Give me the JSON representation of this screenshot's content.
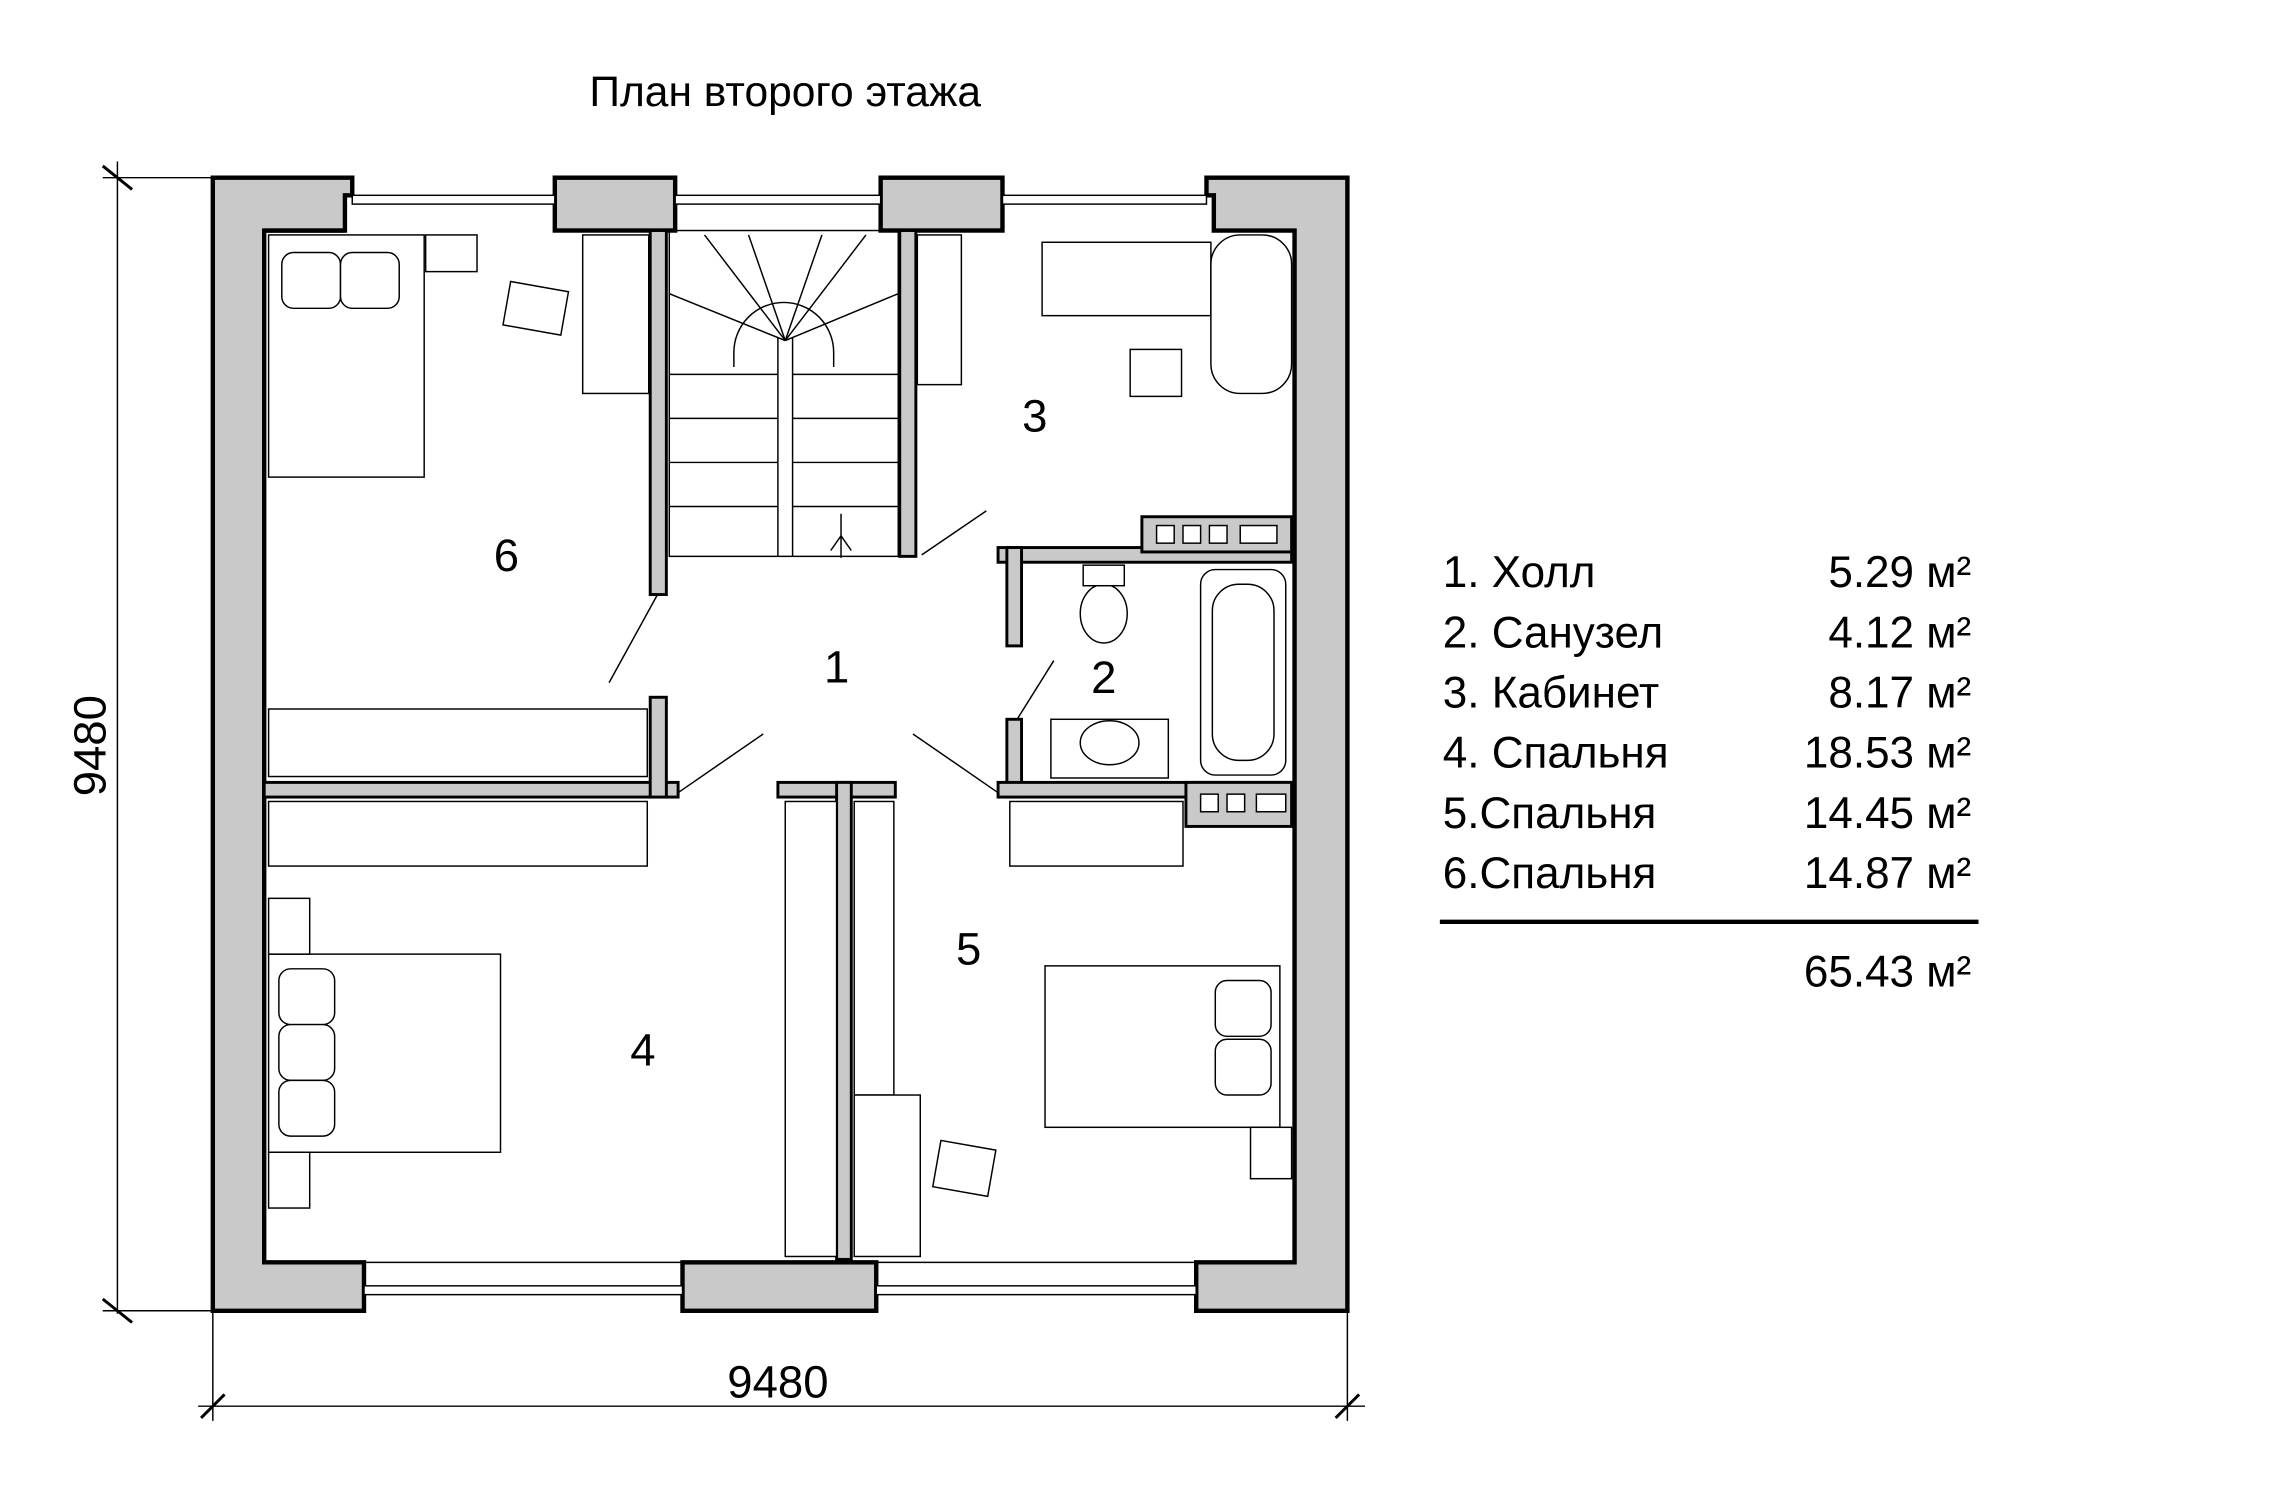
{
  "title": "План второго этажа",
  "dimensions": {
    "width": "9480",
    "height": "9480"
  },
  "rooms": [
    {
      "number": "1"
    },
    {
      "number": "2"
    },
    {
      "number": "3"
    },
    {
      "number": "4"
    },
    {
      "number": "5"
    },
    {
      "number": "6"
    }
  ],
  "legend": {
    "rows": [
      {
        "label": "1. Холл",
        "area": "5.29 м²"
      },
      {
        "label": "2. Санузел",
        "area": "4.12 м²"
      },
      {
        "label": "3. Кабинет",
        "area": "8.17 м²"
      },
      {
        "label": "4. Спальня",
        "area": "18.53 м²"
      },
      {
        "label": "5.Спальня",
        "area": "14.45 м²"
      },
      {
        "label": "6.Спальня",
        "area": "14.87 м²"
      }
    ],
    "total": "65.43 м²"
  }
}
